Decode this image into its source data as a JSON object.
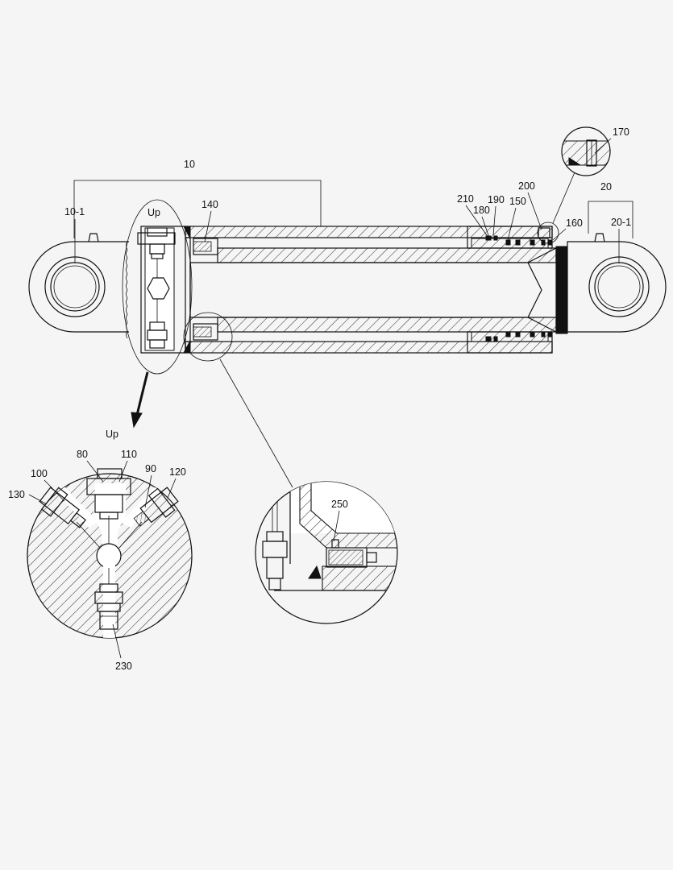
{
  "labels": {
    "l10": "10",
    "l10_1": "10-1",
    "l140": "140",
    "up_top": "Up",
    "l210": "210",
    "l190": "190",
    "l180": "180",
    "l150": "150",
    "l200": "200",
    "l170": "170",
    "l160": "160",
    "l20": "20",
    "l20_1": "20-1",
    "up_detail": "Up",
    "l80": "80",
    "l110": "110",
    "l90": "90",
    "l100": "100",
    "l120": "120",
    "l130": "130",
    "l230": "230",
    "l250": "250"
  }
}
